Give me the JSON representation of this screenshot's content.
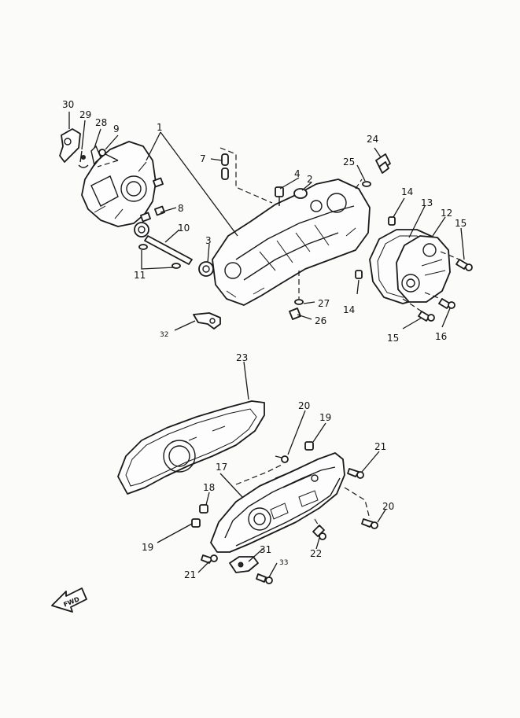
{
  "callouts": {
    "c1": "1",
    "c2": "2",
    "c3": "3",
    "c4": "4",
    "c7": "7",
    "c8": "8",
    "c9": "9",
    "c10": "10",
    "c11": "11",
    "c12": "12",
    "c13": "13",
    "c14a": "14",
    "c14b": "14",
    "c15a": "15",
    "c15b": "15",
    "c16": "16",
    "c17": "17",
    "c18": "18",
    "c19a": "19",
    "c19b": "19",
    "c20a": "20",
    "c20b": "20",
    "c21a": "21",
    "c21b": "21",
    "c22": "22",
    "c23": "23",
    "c24": "24",
    "c25": "25",
    "c26": "26",
    "c27": "27",
    "c28": "28",
    "c29": "29",
    "c30": "30",
    "c31": "31",
    "c32": "32",
    "c33": "33"
  },
  "fwd_label": "FWD"
}
